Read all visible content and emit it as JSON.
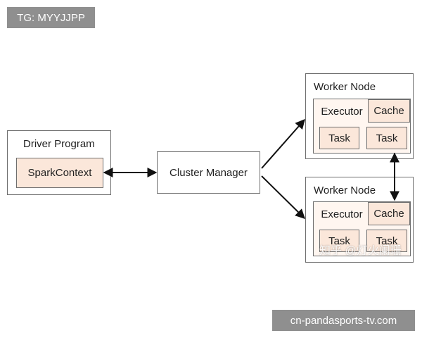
{
  "watermarks": {
    "top_left": "TG: MYYJJPP",
    "bottom_right": "cn-pandasports-tv.com",
    "zhihu": "知乎 @灯火阑珊"
  },
  "driver": {
    "title": "Driver Program",
    "context": "SparkContext"
  },
  "cluster_manager": "Cluster Manager",
  "workers": [
    {
      "title": "Worker Node",
      "executor": "Executor",
      "cache": "Cache",
      "tasks": [
        "Task",
        "Task"
      ]
    },
    {
      "title": "Worker Node",
      "executor": "Executor",
      "cache": "Cache",
      "tasks": [
        "Task",
        "Task"
      ]
    }
  ],
  "colors": {
    "line": "#111111",
    "border": "#6e6e6e",
    "fill": "#fbe7da"
  }
}
